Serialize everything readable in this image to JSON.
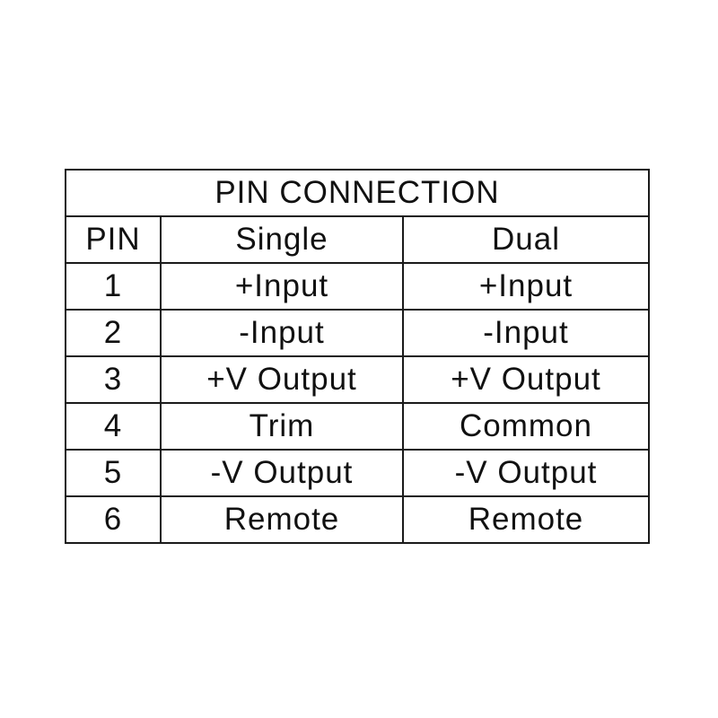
{
  "colors": {
    "border": "#1a1a1a",
    "text": "#111111",
    "background": "#ffffff"
  },
  "table": {
    "title": "PIN CONNECTION",
    "columns": [
      "PIN",
      "Single",
      "Dual"
    ],
    "rows": [
      {
        "pin": "1",
        "single": "+Input",
        "dual": "+Input"
      },
      {
        "pin": "2",
        "single": "-Input",
        "dual": "-Input"
      },
      {
        "pin": "3",
        "single": "+V Output",
        "dual": "+V Output"
      },
      {
        "pin": "4",
        "single": "Trim",
        "dual": "Common"
      },
      {
        "pin": "5",
        "single": "-V Output",
        "dual": "-V Output"
      },
      {
        "pin": "6",
        "single": "Remote",
        "dual": "Remote"
      }
    ]
  }
}
